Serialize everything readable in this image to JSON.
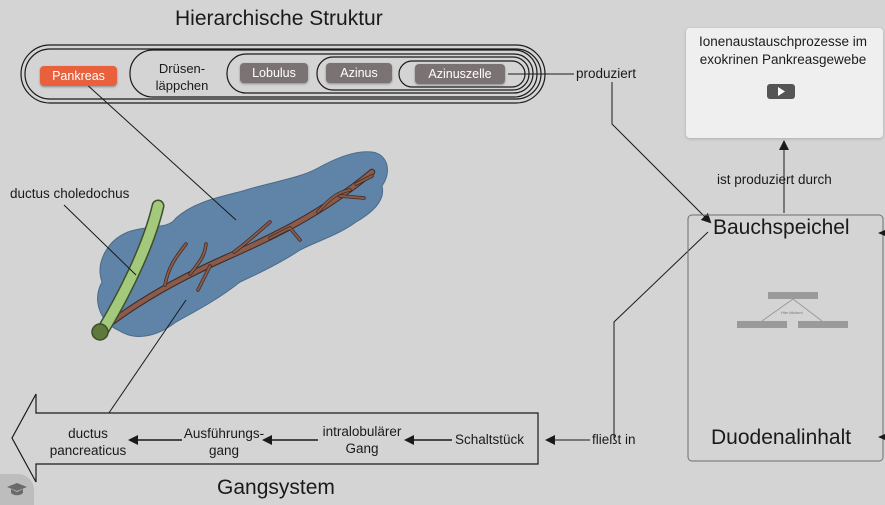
{
  "title": "Hierarchische Struktur",
  "hierarchy": {
    "pankreas": "Pankreas",
    "druesen_line1": "Drüsen-",
    "druesen_line2": "läppchen",
    "lobulus": "Lobulus",
    "azinus": "Azinus",
    "azinuszelle": "Azinuszelle"
  },
  "produziert": "produziert",
  "card": {
    "title": "Ionenaustauschprozesse im exokrinen Pankreasgewebe",
    "icon": "play-icon"
  },
  "ist_produziert_durch": "ist produziert durch",
  "bauchspeichel": "Bauchspeichel",
  "duodenalinhalt": "Duodenalinhalt",
  "fliesst_in": "fließt in",
  "ductus_choledochus": "ductus choledochus",
  "gangsystem": {
    "title": "Gangsystem",
    "schaltstueck": "Schaltstück",
    "intralobulaer_line1": "intralobulärer",
    "intralobulaer_line2": "Gang",
    "ausfuehrung_line1": "Ausführungs-",
    "ausfuehrung_line2": "gang",
    "ductus_line1": "ductus",
    "ductus_line2": "pancreaticus"
  },
  "mini_diagram_text": "Hier klicken!",
  "corner_icon": "graduation-cap-icon",
  "colors": {
    "pancreas": "#5f84a8",
    "duct": "#8a5a4a",
    "choledochus": "#a3c97d",
    "pill_grey": "#7b7373",
    "pill_red": "#e8603c"
  }
}
